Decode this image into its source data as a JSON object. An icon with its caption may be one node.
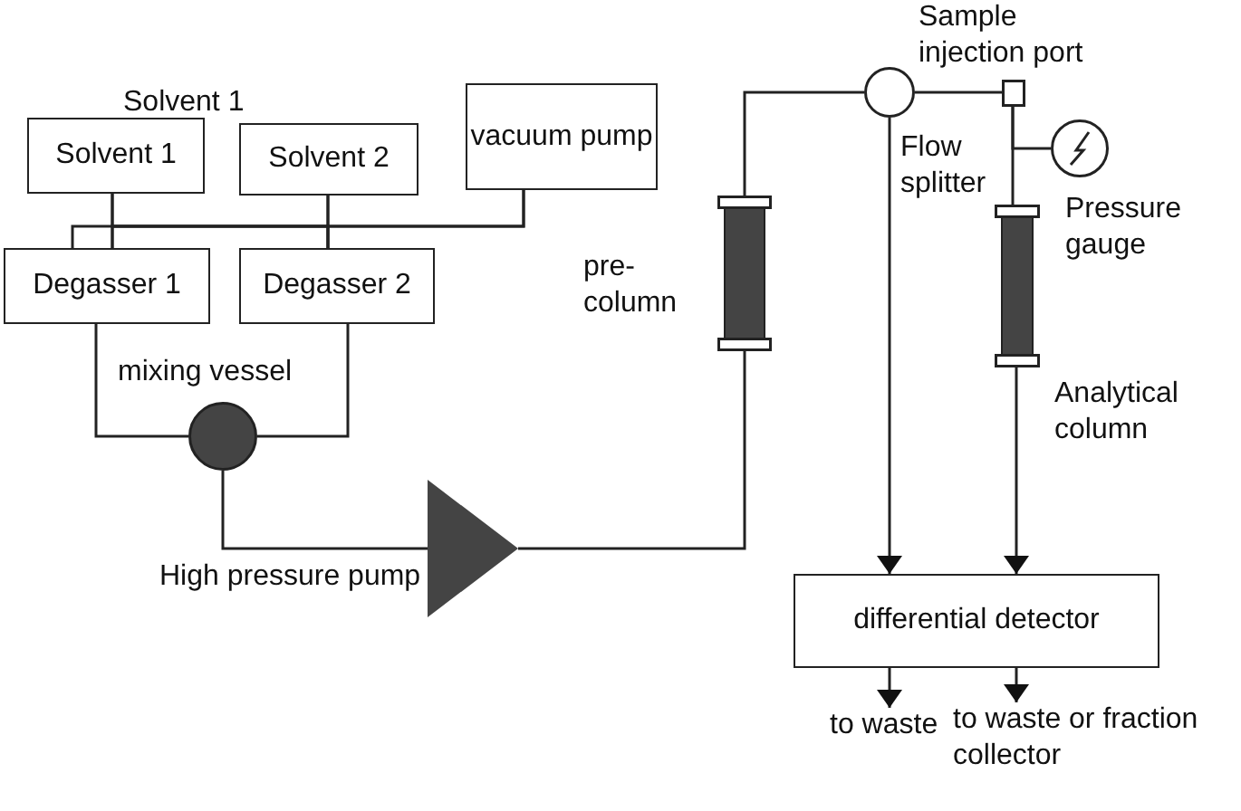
{
  "diagram": {
    "nodes": [
      {
        "text": [
          "Solvent 1"
        ]
      },
      {
        "text": [
          "Solvent 2"
        ]
      },
      {
        "text": [
          "vacuum pump"
        ]
      },
      {
        "text": [
          "Degasser 1"
        ]
      },
      {
        "text": [
          "Degasser 2"
        ]
      },
      {
        "text": [],
        "shape": "circle",
        "beside": [
          "mixing vessel"
        ]
      },
      {
        "text": [],
        "shape": "triangle",
        "beside": [
          "High pressure pump"
        ]
      },
      {
        "text": [],
        "shape": "bar",
        "beside": [
          "pre- column"
        ]
      },
      {
        "text": [],
        "shape": "circle",
        "beside": [
          "Flow splitter"
        ]
      },
      {
        "text": [],
        "shape": "box",
        "beside": [
          "Sample injection port"
        ]
      },
      {
        "text": [],
        "shape": "circle",
        "beside": [
          "Pressure gauge"
        ]
      },
      {
        "text": [],
        "shape": "bar",
        "beside": [
          "Analytical column"
        ]
      },
      {
        "text": [
          "differential detector"
        ]
      },
      {
        "text": [
          "to waste"
        ]
      },
      {
        "text": [
          "to waste or fraction collector"
        ]
      }
    ],
    "edges": [
      {
        "from": 0,
        "to": 3,
        "arrow": "none"
      },
      {
        "from": 0,
        "to": 4,
        "arrow": "none"
      },
      {
        "from": 1,
        "to": 3,
        "arrow": "none"
      },
      {
        "from": 1,
        "to": 4,
        "arrow": "none"
      },
      {
        "from": 2,
        "to": 3,
        "arrow": "none"
      },
      {
        "from": 2,
        "to": 4,
        "arrow": "none"
      },
      {
        "from": 3,
        "to": 5,
        "arrow": "none"
      },
      {
        "from": 4,
        "to": 5,
        "arrow": "none"
      },
      {
        "from": 5,
        "to": 6,
        "arrow": "none"
      },
      {
        "from": 6,
        "to": 7,
        "arrow": "none"
      },
      {
        "from": 7,
        "to": 8,
        "arrow": "none"
      },
      {
        "from": 8,
        "to": 9,
        "arrow": "none"
      },
      {
        "from": 9,
        "to": 10,
        "arrow": "none"
      },
      {
        "from": 9,
        "to": 11,
        "arrow": "none"
      },
      {
        "from": 8,
        "to": 12,
        "arrow": "to"
      },
      {
        "from": 11,
        "to": 12,
        "arrow": "to"
      },
      {
        "from": 12,
        "to": 13,
        "arrow": "to"
      },
      {
        "from": 12,
        "to": 14,
        "arrow": "to"
      }
    ],
    "labels": [
      "Solvent 1"
    ]
  }
}
